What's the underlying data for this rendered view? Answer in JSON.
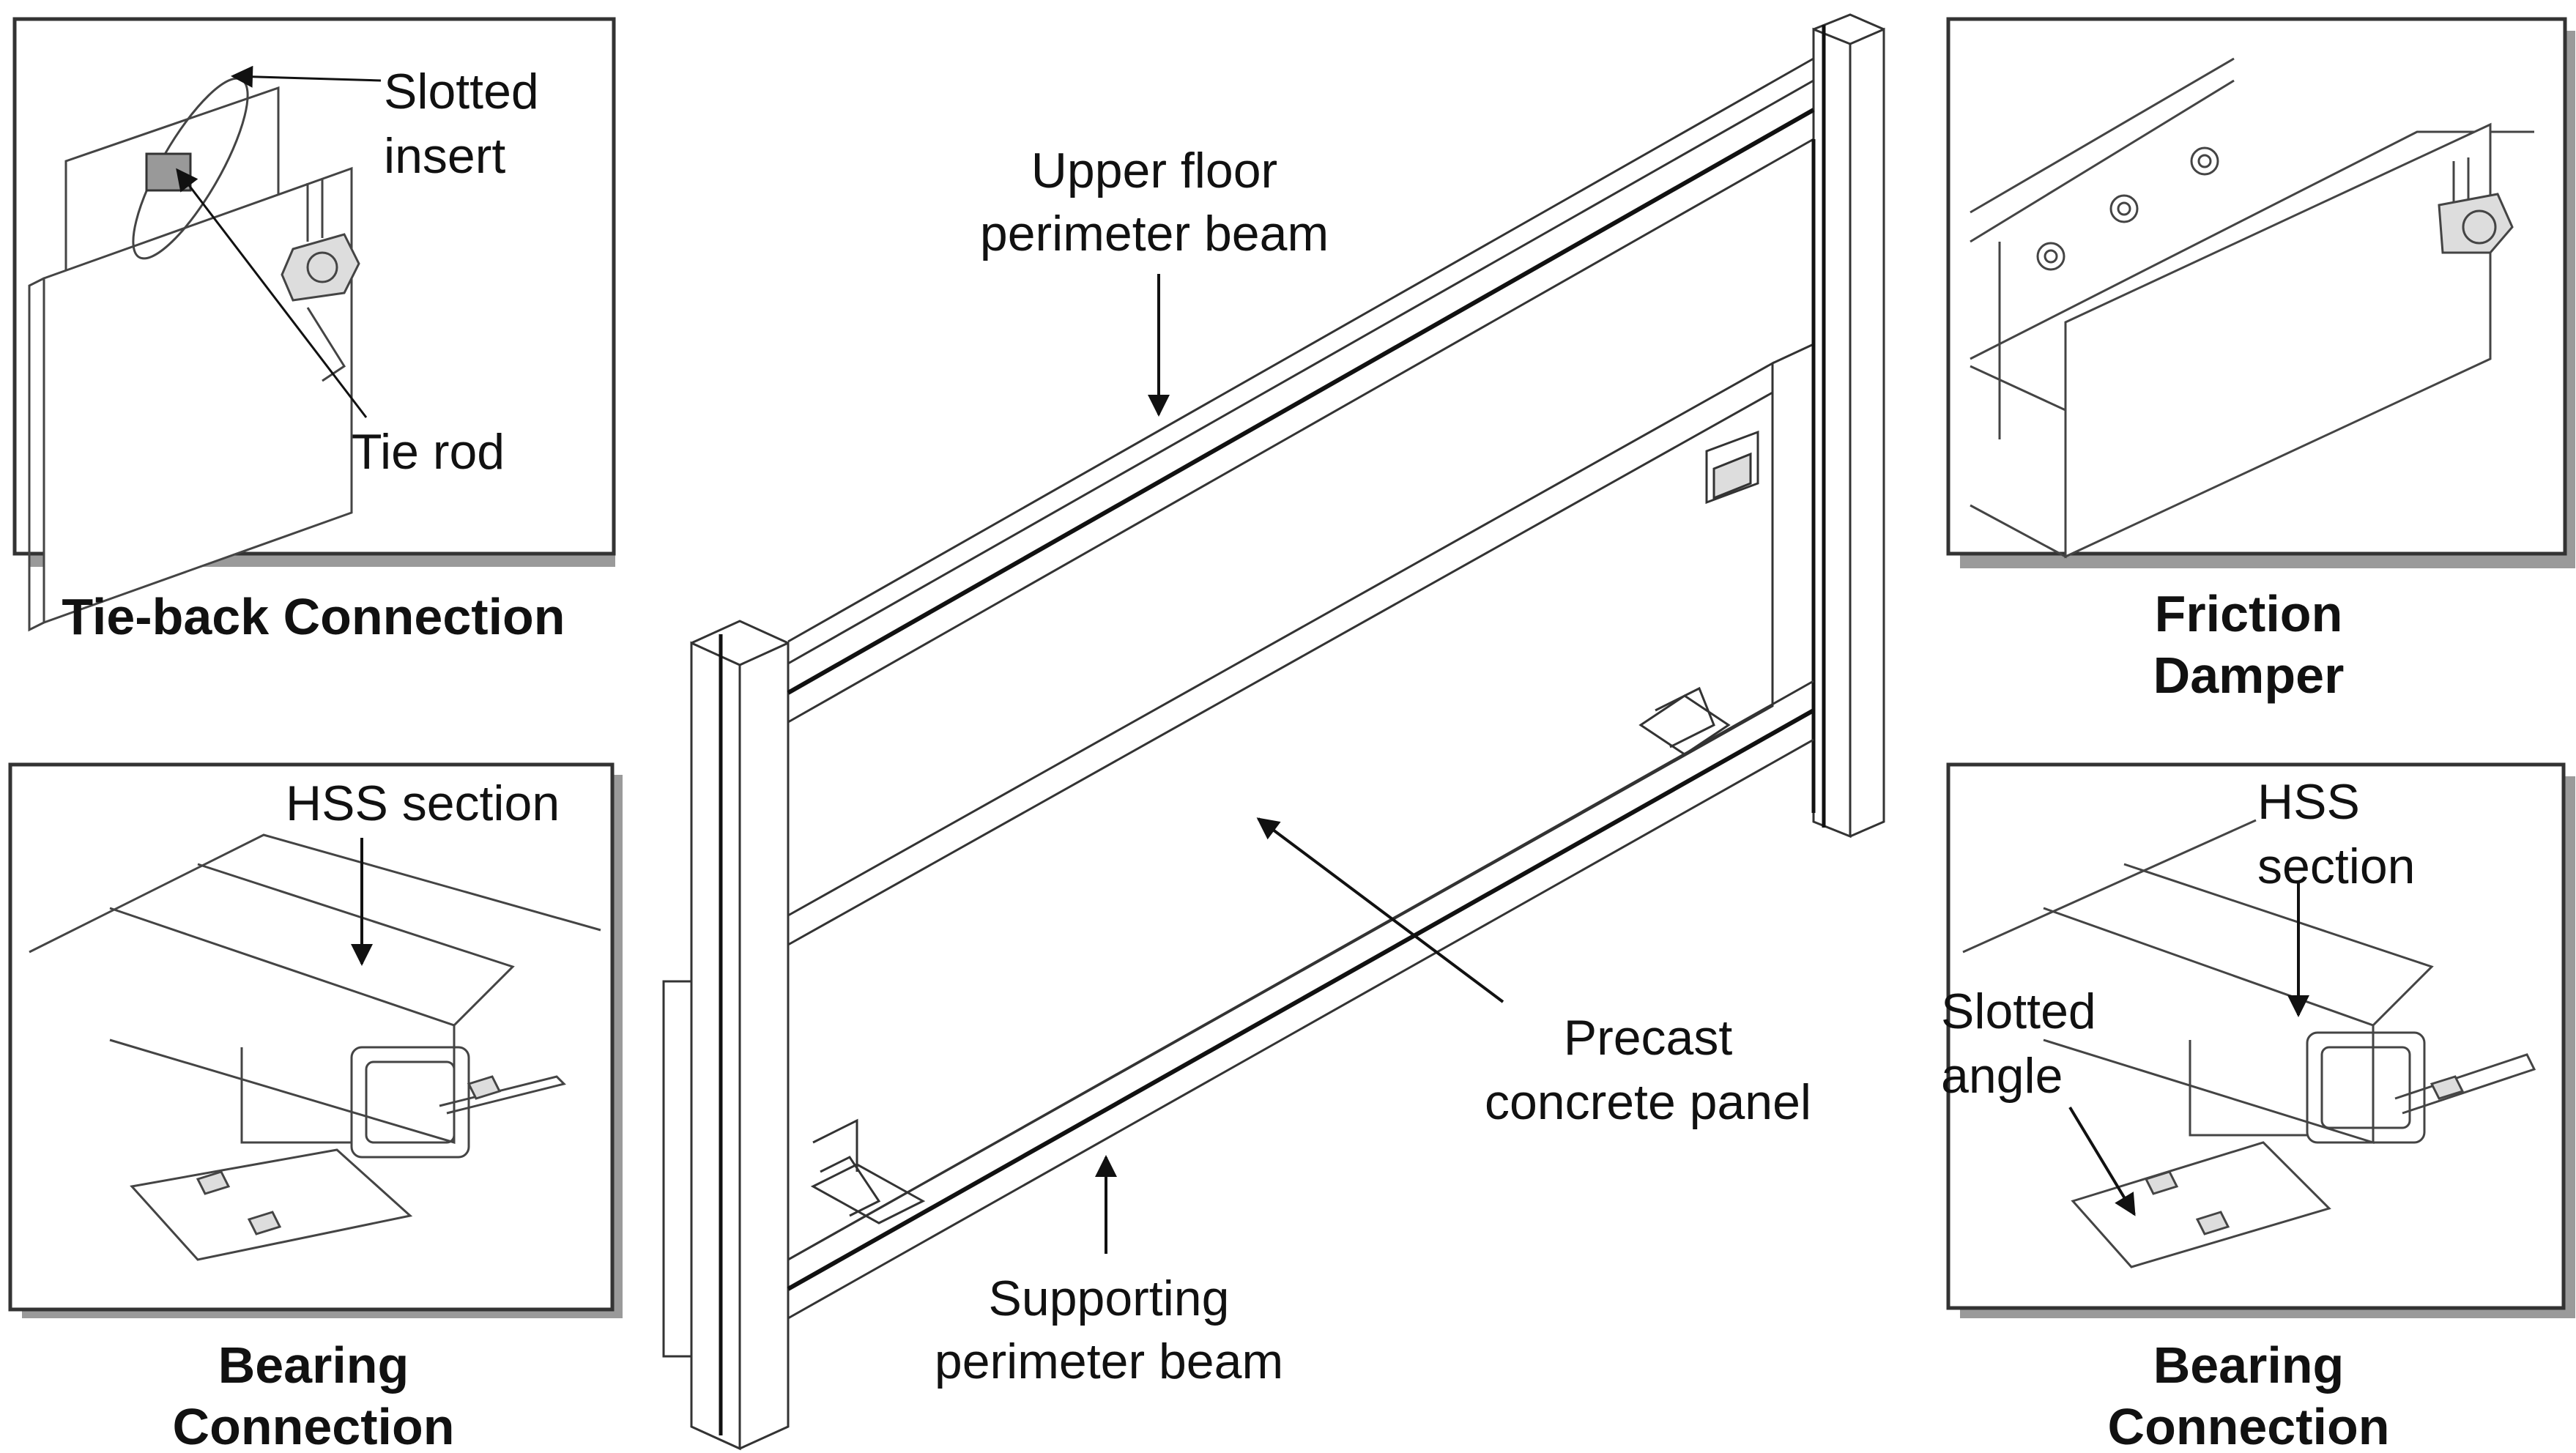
{
  "colors": {
    "line": "#1a1a1a",
    "frame_shadow": "#9a9a9a",
    "background": "#ffffff"
  },
  "insets": {
    "tie_back": {
      "caption": "Tie-back Connection",
      "label_slotted_1": "Slotted",
      "label_slotted_2": "insert",
      "label_tie_rod": "Tie rod"
    },
    "friction": {
      "caption_1": "Friction",
      "caption_2": "Damper"
    },
    "bearing_left": {
      "label_hss": "HSS section",
      "caption_1": "Bearing",
      "caption_2": "Connection"
    },
    "bearing_right": {
      "label_hss_1": "HSS",
      "label_hss_2": "section",
      "label_angle_1": "Slotted",
      "label_angle_2": "angle",
      "caption_1": "Bearing",
      "caption_2": "Connection"
    }
  },
  "main": {
    "upper_beam_1": "Upper floor",
    "upper_beam_2": "perimeter beam",
    "panel_1": "Precast",
    "panel_2": "concrete panel",
    "support_beam_1": "Supporting",
    "support_beam_2": "perimeter beam"
  }
}
